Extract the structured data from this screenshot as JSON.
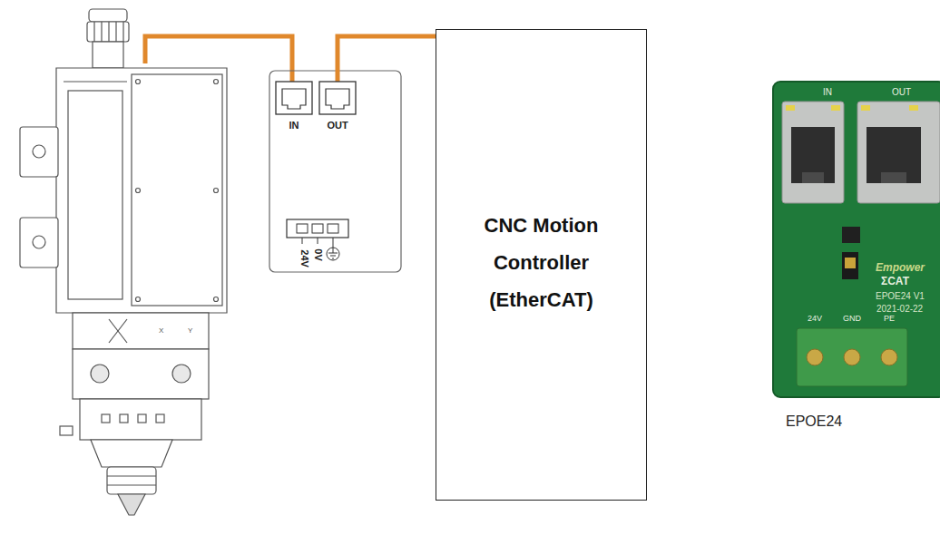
{
  "diagram": {
    "nodes": [
      {
        "text": [
          "IN"
        ]
      },
      {
        "text": [
          "OUT"
        ]
      },
      {
        "text": [
          "CNC Motion Controller (EtherCAT)"
        ]
      }
    ],
    "edges": [
      {
        "from": 1,
        "to": 2,
        "arrow": "none"
      }
    ],
    "labels": [
      "24V",
      "0V",
      "X",
      "Y",
      "IN",
      "OUT",
      "Empower",
      "ΣCAT",
      "EPOE24 V1",
      "2021-02-22",
      "24V",
      "GND",
      "PE",
      "EPOE24"
    ]
  }
}
